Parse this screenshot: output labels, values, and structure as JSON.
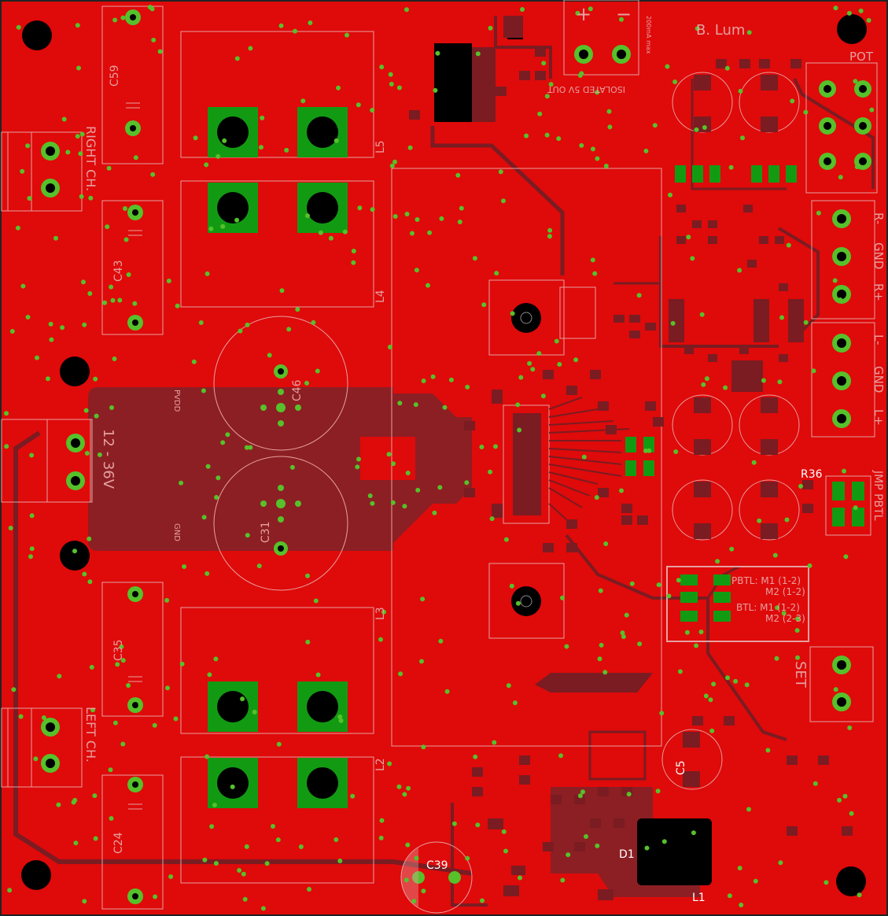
{
  "labels": {
    "c59": "C59",
    "c43": "C43",
    "c35": "C35",
    "c24": "C24",
    "c46": "C46",
    "c31": "C31",
    "c39": "C39",
    "c5": "C5",
    "l5": "L5",
    "l4": "L4",
    "l3": "L3",
    "l2": "L2",
    "l1": "L1",
    "d1": "D1",
    "r36": "R36",
    "right_ch": "RIGHT CH.",
    "left_ch": "LEFT CH.",
    "vin": "12 - 36V",
    "b_lum": "B. Lum",
    "pot": "POT",
    "r_minus": "R-",
    "gnd": "GND",
    "r_plus": "R+",
    "l_minus": "L-",
    "l_plus": "L+",
    "jmp_pbtl": "JMP PBTL",
    "set": "SET",
    "isolated": "ISOLATED 5V OUT",
    "ma": "200mA max",
    "plus": "+",
    "minus": "−",
    "pbtl_line1": "PBTL:  M1 (1-2)",
    "pbtl_line2": "M2 (1-2)",
    "bbtl_line1": "BTL:  M1 (1-2)",
    "bbtl_line2": "M2 (2-3)",
    "pvdd": "PVDD",
    "gnd_small": "GND"
  },
  "colors": {
    "board": "#df0a0a",
    "copper_pour": "#8c1f24",
    "trace": "#7a1c22",
    "pad": "#129b12",
    "silk": "#e6a0a0",
    "via": "#56c12a",
    "hole": "#000000"
  }
}
